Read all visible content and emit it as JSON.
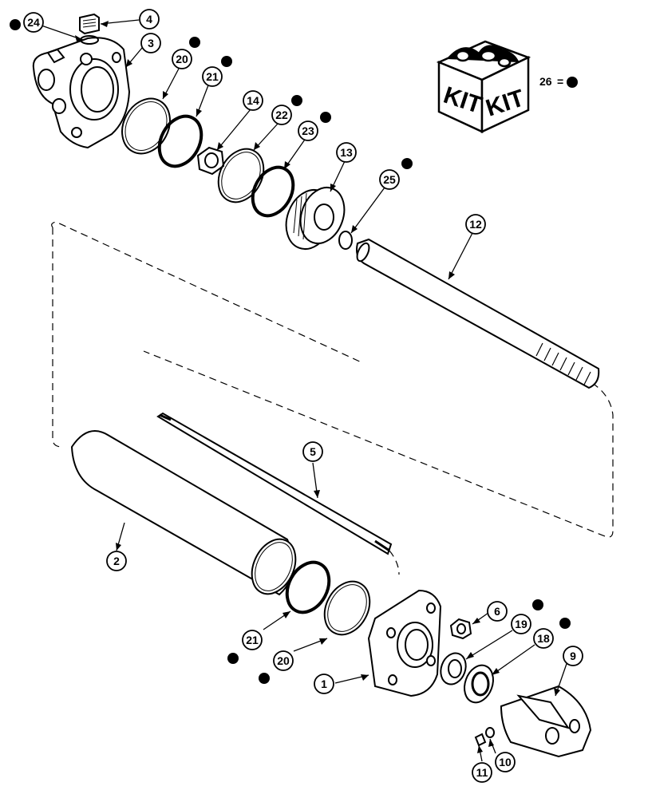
{
  "diagram": {
    "kit_box": {
      "face_left": "KIT",
      "face_right": "KIT"
    },
    "legend": {
      "number": "26",
      "symbol": "="
    },
    "callouts": [
      {
        "id": "c1",
        "label": "1"
      },
      {
        "id": "c2",
        "label": "2"
      },
      {
        "id": "c3",
        "label": "3"
      },
      {
        "id": "c4",
        "label": "4"
      },
      {
        "id": "c5",
        "label": "5"
      },
      {
        "id": "c6",
        "label": "6"
      },
      {
        "id": "c9",
        "label": "9"
      },
      {
        "id": "c10",
        "label": "10"
      },
      {
        "id": "c11",
        "label": "11"
      },
      {
        "id": "c12",
        "label": "12"
      },
      {
        "id": "c13",
        "label": "13"
      },
      {
        "id": "c14",
        "label": "14"
      },
      {
        "id": "c18",
        "label": "18"
      },
      {
        "id": "c19",
        "label": "19"
      },
      {
        "id": "c20a",
        "label": "20"
      },
      {
        "id": "c20b",
        "label": "20"
      },
      {
        "id": "c21a",
        "label": "21"
      },
      {
        "id": "c21b",
        "label": "21"
      },
      {
        "id": "c22",
        "label": "22"
      },
      {
        "id": "c23",
        "label": "23"
      },
      {
        "id": "c24",
        "label": "24"
      },
      {
        "id": "c25",
        "label": "25"
      }
    ]
  }
}
